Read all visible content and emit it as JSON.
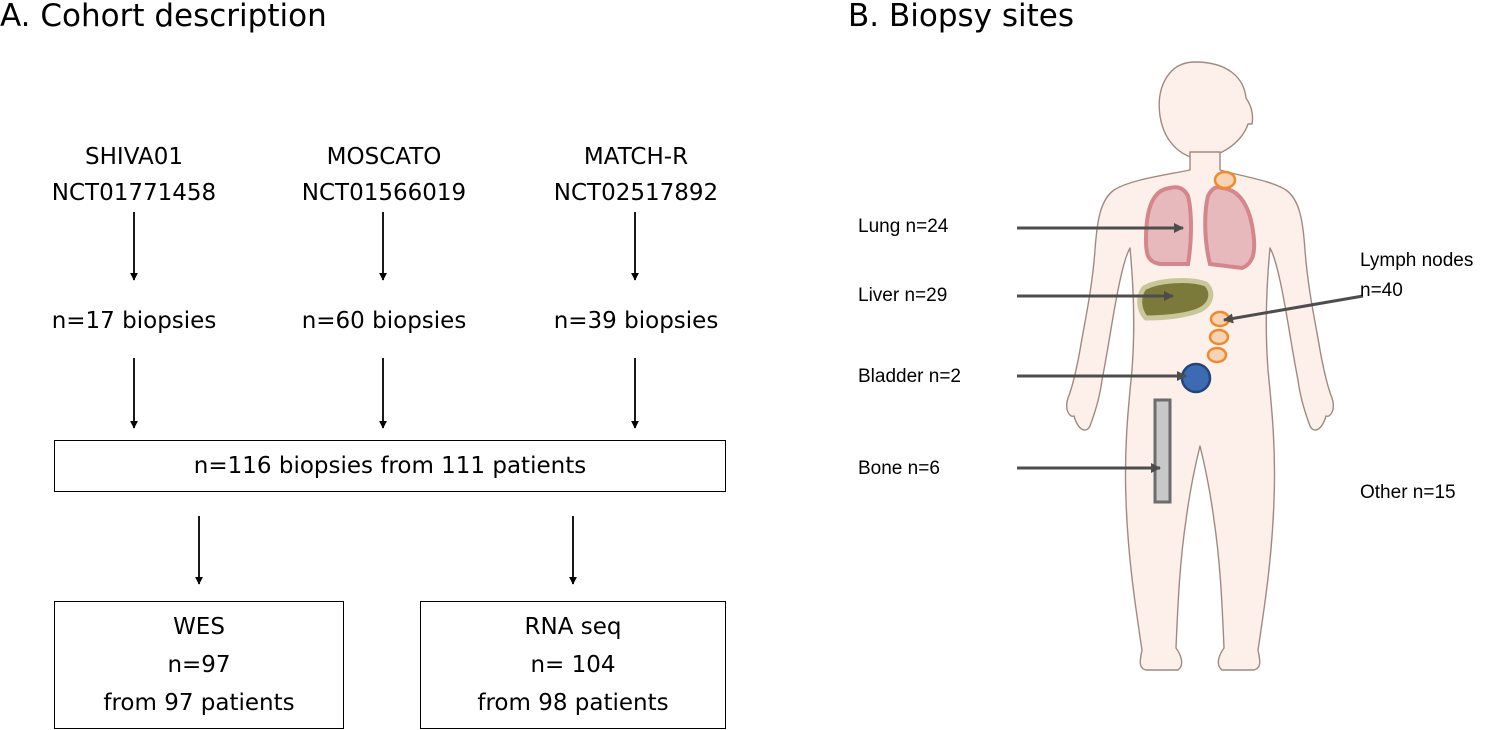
{
  "panel_a": {
    "title": "A. Cohort description",
    "trials": [
      {
        "name": "SHIVA01",
        "id": "NCT01771458",
        "biopsies": "n=17 biopsies"
      },
      {
        "name": "MOSCATO",
        "id": "NCT01566019",
        "biopsies": "n=60 biopsies"
      },
      {
        "name": "MATCH-R",
        "id": "NCT02517892",
        "biopsies": "n=39 biopsies"
      }
    ],
    "total": "n=116 biopsies from 111 patients",
    "wes": {
      "label": "WES",
      "n": "n=97",
      "from": "from 97 patients"
    },
    "rnaseq": {
      "label": "RNA seq",
      "n": "n= 104",
      "from": "from 98 patients"
    }
  },
  "panel_b": {
    "title": "B. Biopsy sites",
    "sites": {
      "lung": "Lung n=24",
      "liver": "Liver n=29",
      "bladder": "Bladder n=2",
      "bone": "Bone n=6",
      "lymph_line1": "Lymph nodes",
      "lymph_line2": "n=40",
      "other": "Other n=15"
    },
    "colors": {
      "skin": "#fdf0ea",
      "skin_outline": "#a08a80",
      "lung_fill": "#e7b9bd",
      "lung_outline": "#d3878d",
      "liver_fill": "#7b7a3a",
      "liver_outline": "#c9c79a",
      "lymph_fill": "#f6d2b6",
      "lymph_outline": "#ef8a2a",
      "bladder_fill": "#3d6bb3",
      "bladder_outline": "#24457a",
      "bone_fill": "#c8c8c8",
      "bone_outline": "#6c6c6c",
      "arrow": "#4d4d4d"
    }
  }
}
